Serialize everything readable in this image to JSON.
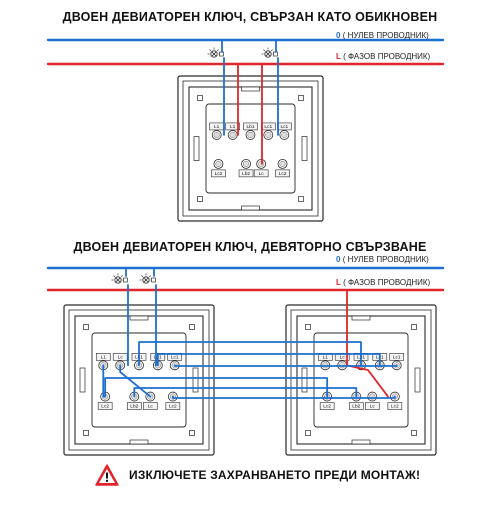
{
  "diagram1": {
    "title": "ДВОЕН ДЕВИАТОРЕН КЛЮЧ, СВЪРЗАН КАТО ОБИКНОВЕН",
    "neutral": {
      "prefix": "0",
      "text": "( НУЛЕВ ПРОВОДНИК)"
    },
    "phase": {
      "prefix": "L",
      "text": "( ФАЗОВ ПРОВОДНИК)"
    },
    "terminals_top": [
      "L1",
      "L1",
      "Lb1",
      "Lc1",
      "Lc1"
    ],
    "terminals_bottom": [
      "Lc2",
      "Lb2",
      "Lc",
      "Lc2"
    ]
  },
  "diagram2": {
    "title": "ДВОЕН ДЕВИАТОРЕН КЛЮЧ, ДЕВЯТОРНО СВЪРЗВАНЕ",
    "neutral": {
      "prefix": "0",
      "text": "( НУЛЕВ ПРОВОДНИК)"
    },
    "phase": {
      "prefix": "L",
      "text": "( ФАЗОВ ПРОВОДНИК)"
    },
    "terminals_top": [
      "L1",
      "Lc",
      "Lb1",
      "Lc1",
      "Lc1"
    ],
    "terminals_bottom": [
      "Lc2",
      "Lb2",
      "Lc",
      "Lc2"
    ]
  },
  "warning": {
    "text": "ИЗКЛЮЧЕТЕ ЗАХРАНВАНЕТО ПРЕДИ МОНТАЖ!",
    "icon": "warning-triangle-icon"
  },
  "colors": {
    "neutral": "#1f6fd0",
    "phase": "#e0262b",
    "frame": "#2a2a2a",
    "warning": "#e0262b"
  }
}
